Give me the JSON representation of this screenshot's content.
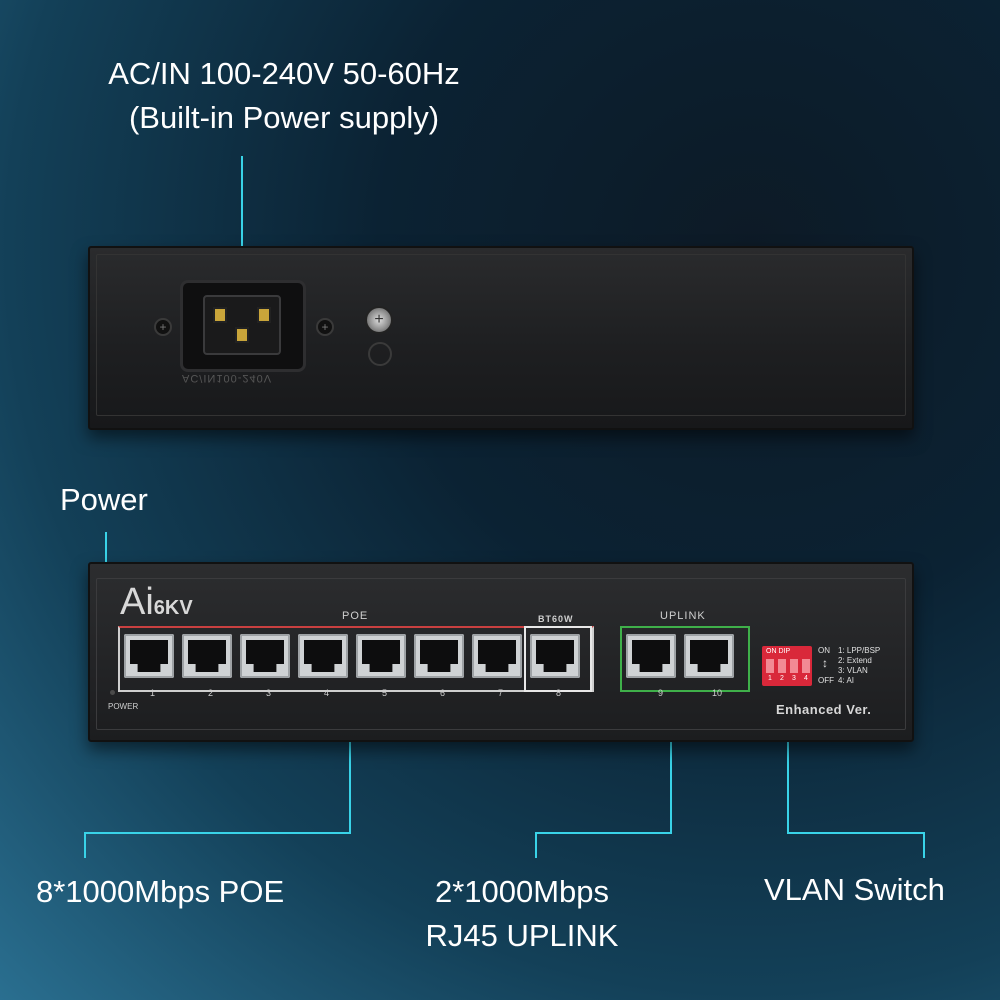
{
  "annotations": {
    "power_input": [
      "AC/IN 100-240V 50-60Hz",
      "(Built-in Power supply)"
    ],
    "power": "Power",
    "poe_ports": "8*1000Mbps POE",
    "uplink_ports": [
      "2*1000Mbps",
      "RJ45 UPLINK"
    ],
    "vlan_switch": "VLAN Switch"
  },
  "back_panel": {
    "voltage_print": "AC/IN100-240V"
  },
  "front_panel": {
    "logo_main": "Ai",
    "logo_sub": "6KV",
    "poe_label": "POE",
    "bt60w_label": "BT60W",
    "uplink_label": "UPLINK",
    "port_numbers": [
      "1",
      "2",
      "3",
      "4",
      "5",
      "6",
      "7",
      "8",
      "9",
      "10"
    ],
    "power_led_label": "POWER",
    "dip_header": "ON   DIP",
    "dip_numbers": [
      "1",
      "2",
      "3",
      "4"
    ],
    "dip_on": "ON",
    "dip_off": "OFF",
    "dip_legend": [
      "1: LPP/BSP",
      "2: Extend",
      "3: VLAN",
      "4: AI"
    ],
    "edition": "Enhanced Ver."
  },
  "colors": {
    "accent_line": "#39d3e8",
    "poe_frame_top": "#c94040",
    "uplink_frame": "#3fb04a",
    "dip_switch": "#d9283a"
  }
}
